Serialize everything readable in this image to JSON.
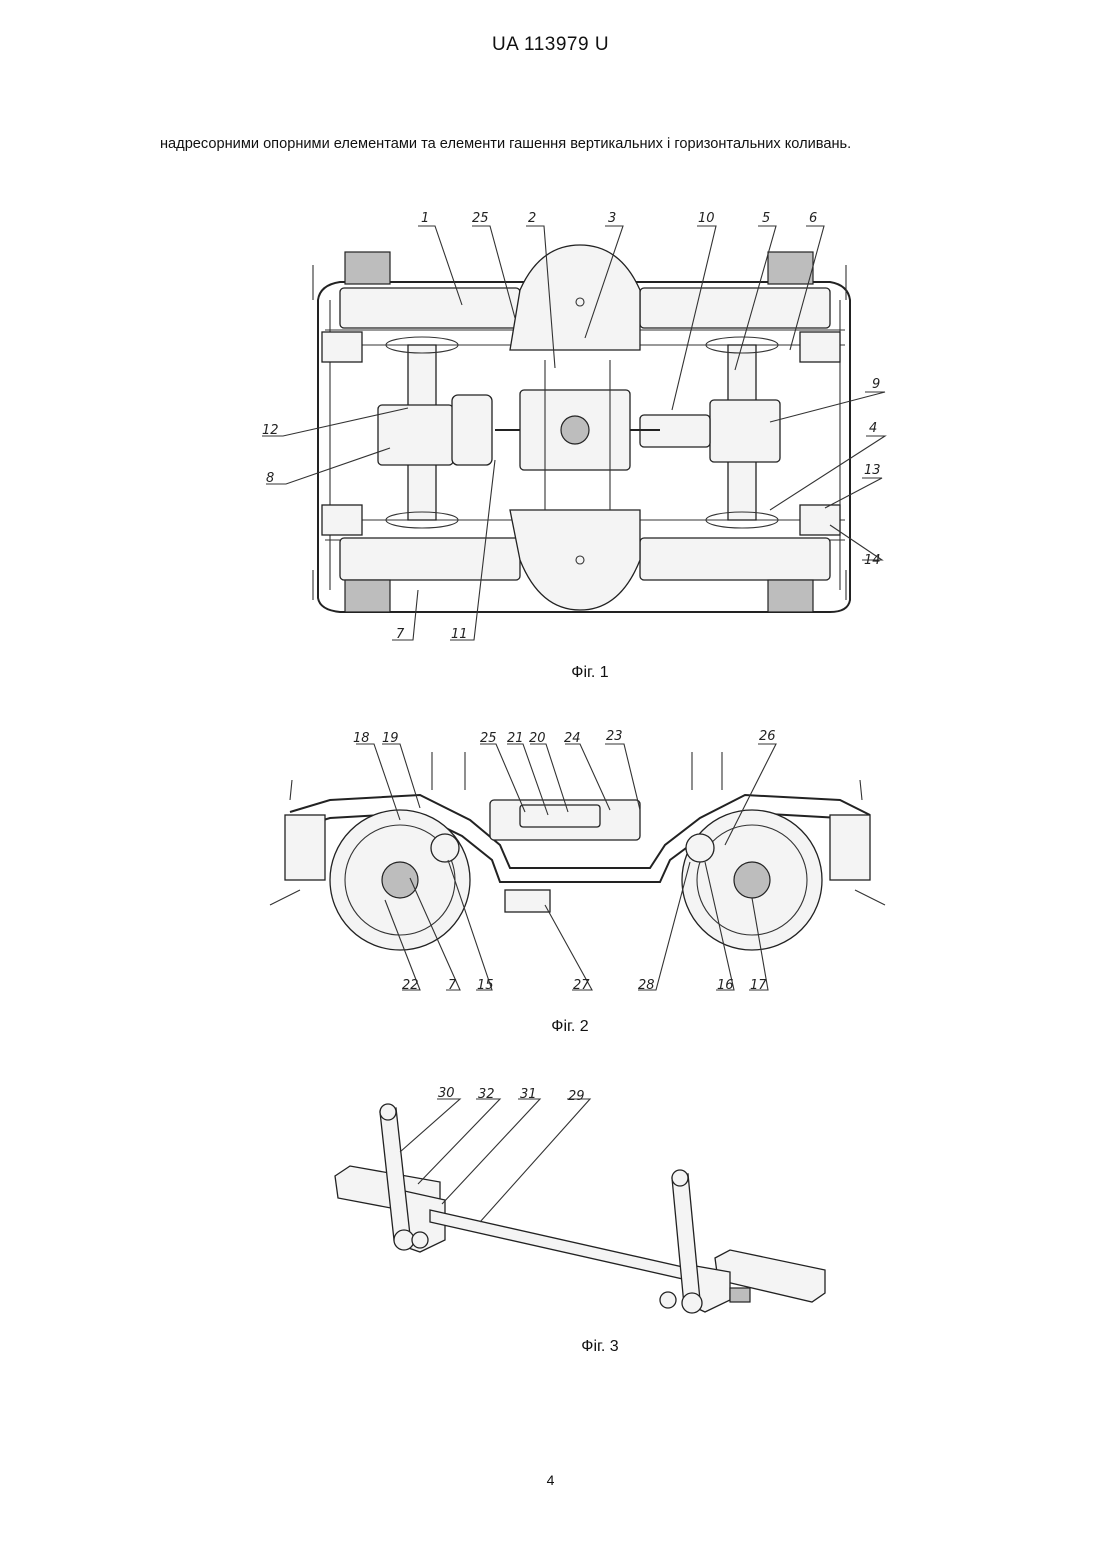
{
  "header": {
    "text": "UA   113979   U"
  },
  "paragraph": {
    "text": "надресорними опорними елементами та елементи гашення вертикальних і горизонтальних коливань."
  },
  "figures": [
    {
      "caption": "Фіг. 1",
      "labels": [
        "1",
        "25",
        "2",
        "3",
        "10",
        "5",
        "6",
        "9",
        "4",
        "13",
        "14",
        "12",
        "8",
        "7",
        "11"
      ]
    },
    {
      "caption": "Фіг. 2",
      "labels": [
        "18",
        "19",
        "25",
        "21",
        "20",
        "24",
        "23",
        "26",
        "22",
        "7",
        "15",
        "27",
        "28",
        "16",
        "17"
      ]
    },
    {
      "caption": "Фіг. 3",
      "labels": [
        "30",
        "32",
        "31",
        "29"
      ]
    }
  ],
  "page_number": "4"
}
